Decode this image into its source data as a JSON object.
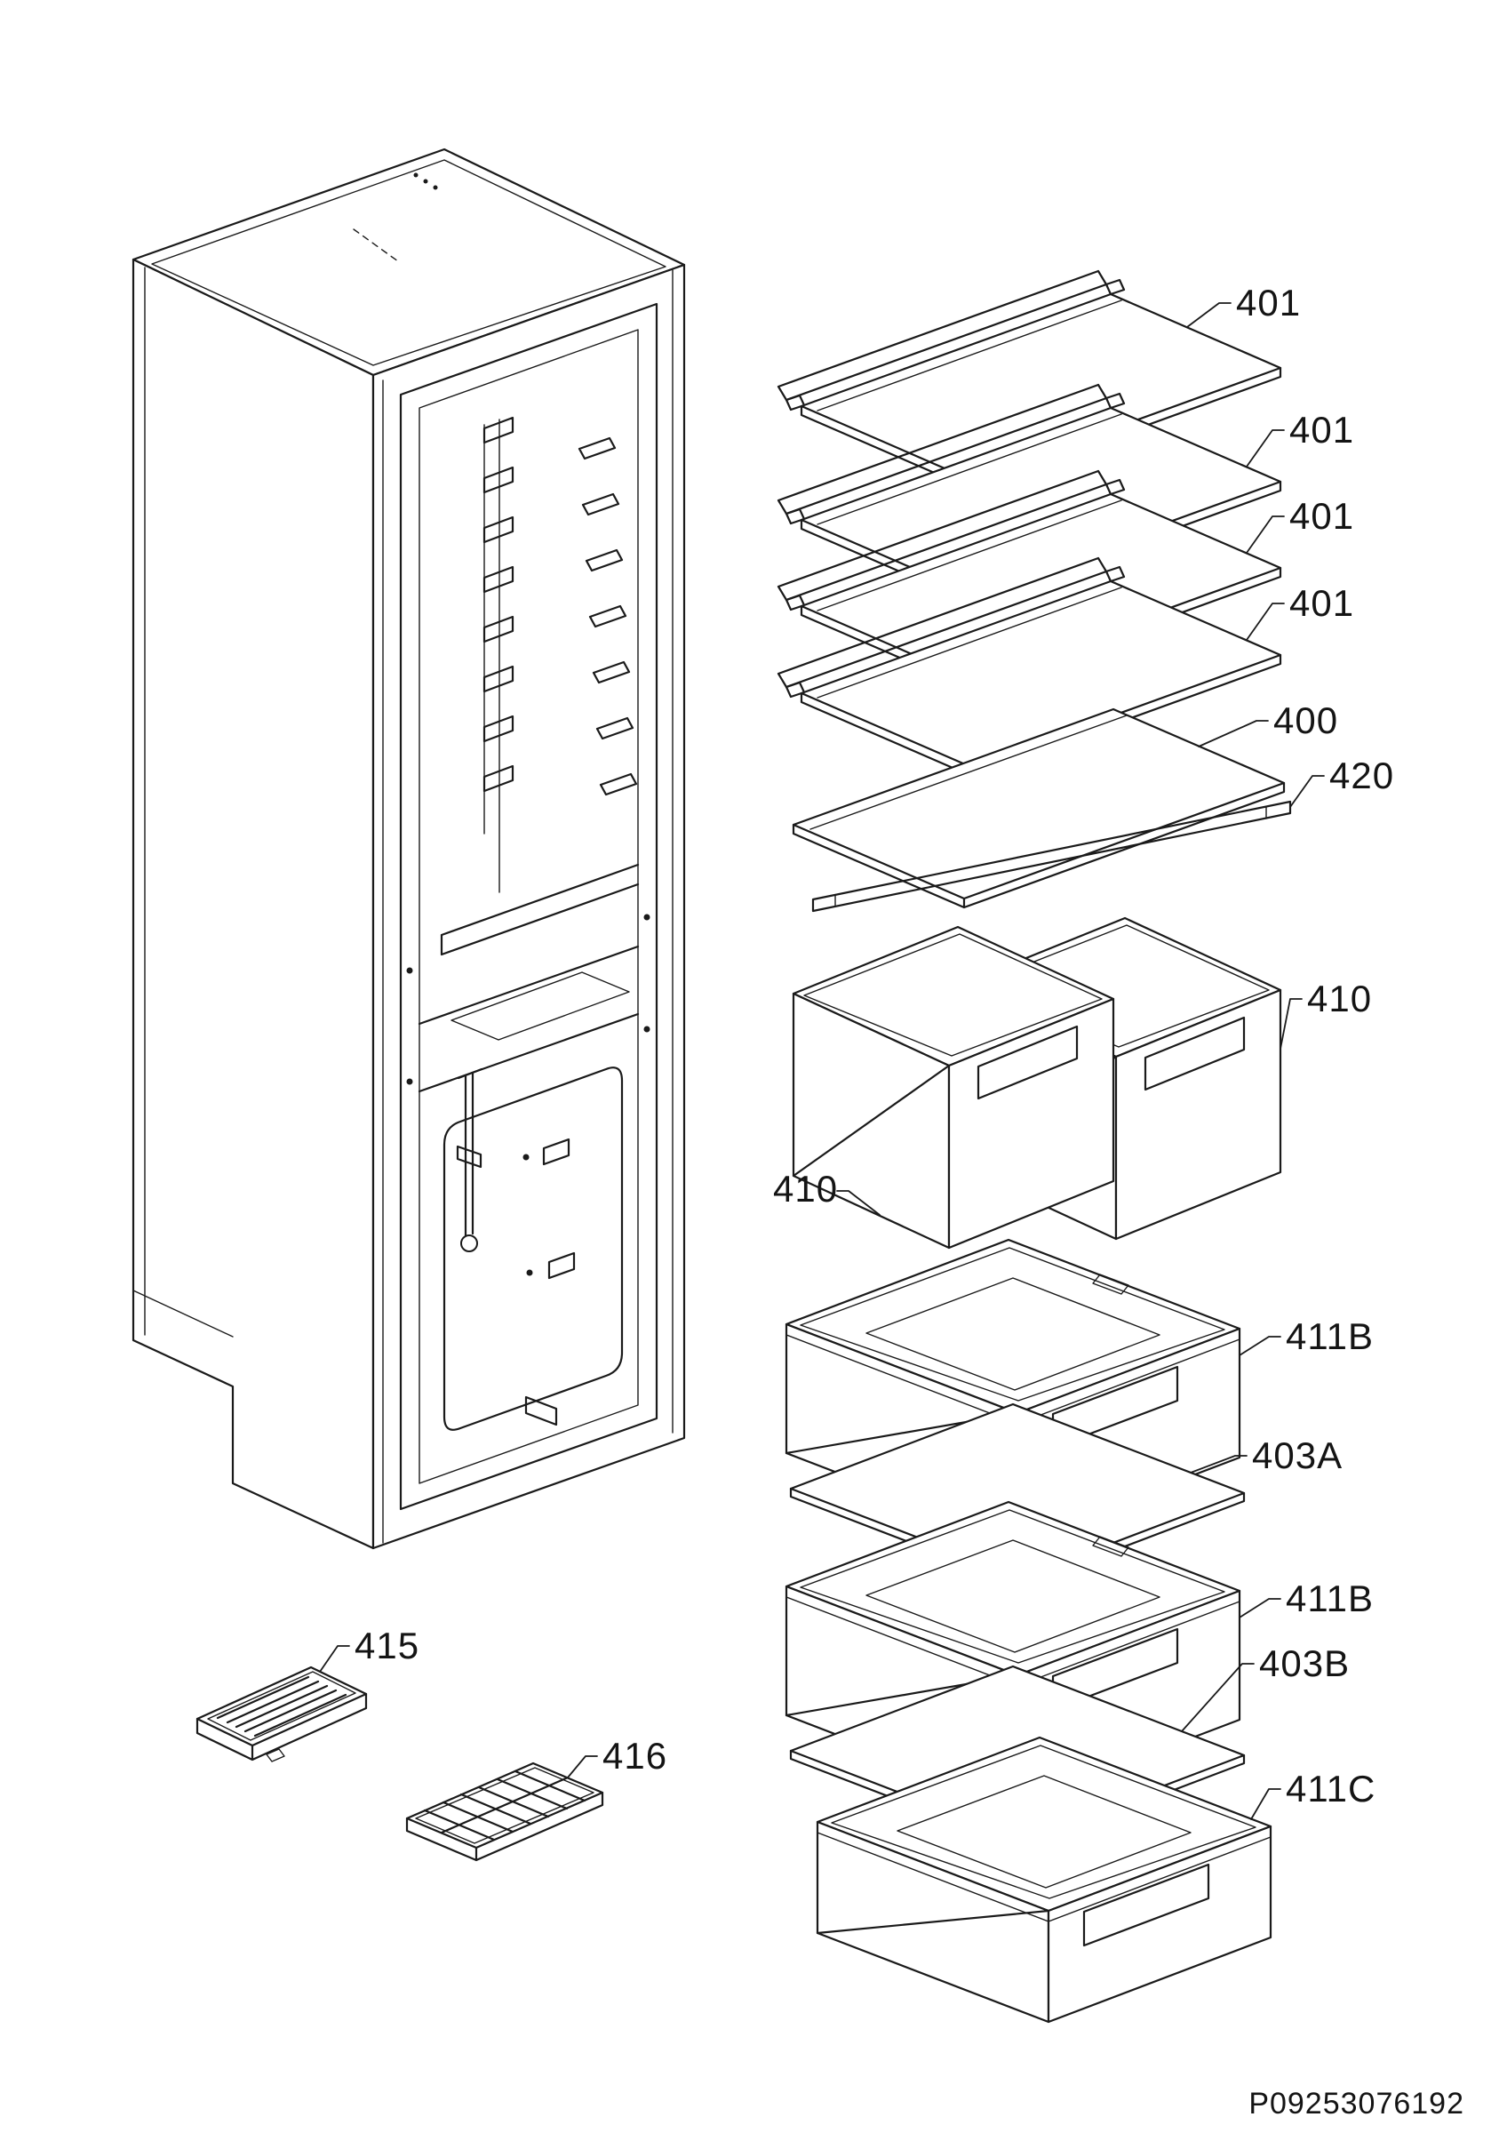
{
  "page": {
    "background_color": "#ffffff",
    "line_color": "#1a1a1a",
    "document_code": "P09253076192"
  },
  "parts": {
    "shelf_401_1": {
      "label": "401"
    },
    "shelf_401_2": {
      "label": "401"
    },
    "shelf_401_3": {
      "label": "401"
    },
    "shelf_401_4": {
      "label": "401"
    },
    "glass_shelf_400": {
      "label": "400"
    },
    "shelf_trim_420": {
      "label": "420"
    },
    "basket_410_right": {
      "label": "410"
    },
    "basket_410_left": {
      "label": "410"
    },
    "drawer_411B_upper": {
      "label": "411B"
    },
    "glass_panel_403A": {
      "label": "403A"
    },
    "drawer_411B_lower": {
      "label": "411B"
    },
    "glass_panel_403B": {
      "label": "403B"
    },
    "drawer_411C": {
      "label": "411C"
    },
    "air_filter_415": {
      "label": "415"
    },
    "ice_cube_tray_416": {
      "label": "416"
    }
  }
}
